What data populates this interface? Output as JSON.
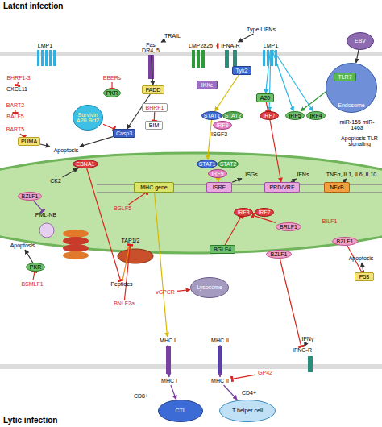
{
  "diagram": {
    "nodes": [
      {
        "text": [
          "LMP1"
        ]
      },
      {
        "text": [
          "TRAIL"
        ]
      },
      {
        "text": [
          "Fas DR4, 5"
        ]
      },
      {
        "text": [
          "LMP2a2b"
        ]
      },
      {
        "text": [
          "IFNA-R"
        ]
      },
      {
        "text": [
          "Type I IFNs"
        ]
      },
      {
        "text": [
          "LMP1"
        ]
      },
      {
        "text": [
          "EBV"
        ]
      },
      {
        "text": [
          "Endosome"
        ]
      },
      {
        "text": [
          "TLR7"
        ],
        "in": 8
      },
      {
        "text": [
          "BHRF1-3"
        ]
      },
      {
        "text": [
          "CXCL11"
        ]
      },
      {
        "text": [
          "BART2"
        ]
      },
      {
        "text": [
          "BALF5"
        ]
      },
      {
        "text": [
          "BART5"
        ]
      },
      {
        "text": [
          "PUMA"
        ]
      },
      {
        "text": [
          "EBERs"
        ]
      },
      {
        "text": [
          "PKR"
        ]
      },
      {
        "text": [
          "FADD"
        ]
      },
      {
        "text": [
          "Survivin A20 Bcl2"
        ]
      },
      {
        "text": [
          "BHRF1"
        ]
      },
      {
        "text": [
          "BIM"
        ]
      },
      {
        "text": [
          "Casp3"
        ]
      },
      {
        "text": [
          "Apoptosis"
        ]
      },
      {
        "text": [
          "IKKε"
        ]
      },
      {
        "text": [
          "Tyk2"
        ]
      },
      {
        "text": [
          "STAT1"
        ]
      },
      {
        "text": [
          "STAT2"
        ]
      },
      {
        "text": [
          "IRF9"
        ]
      },
      {
        "text": [
          "A20"
        ]
      },
      {
        "text": [
          "IRF7"
        ]
      },
      {
        "text": [
          "IRF5"
        ]
      },
      {
        "text": [
          "IRF4"
        ]
      },
      {
        "text": [
          "miR-155 miR-146a"
        ]
      },
      {
        "text": [
          "Apoptosis TLR signaling"
        ]
      },
      {
        "text": [
          "EBNA1"
        ]
      },
      {
        "text": [
          "CK2"
        ]
      },
      {
        "text": [
          "BZLF1"
        ]
      },
      {
        "text": [
          "PML-NB"
        ]
      },
      {
        "text": [
          "BGLF5"
        ]
      },
      {
        "text": [
          "MHC gene"
        ]
      },
      {
        "text": [
          "ISRE"
        ]
      },
      {
        "text": [
          "PRD/VRE"
        ]
      },
      {
        "text": [
          "NFκB"
        ]
      },
      {
        "text": [
          "ISGs"
        ]
      },
      {
        "text": [
          "IFNs"
        ]
      },
      {
        "text": [
          "TNFα, IL1, IL6, IL10"
        ]
      },
      {
        "text": [
          "STAT1"
        ]
      },
      {
        "text": [
          "STAT2"
        ]
      },
      {
        "text": [
          "IRF9"
        ]
      },
      {
        "text": [
          "IRF3"
        ]
      },
      {
        "text": [
          "IRF7"
        ]
      },
      {
        "text": [
          "BRLF1"
        ]
      },
      {
        "text": [
          "BILF1"
        ]
      },
      {
        "text": [
          "BGLF4"
        ]
      },
      {
        "text": [
          "BZLF1"
        ]
      },
      {
        "text": [
          "BZLF1"
        ]
      },
      {
        "text": [
          "Apoptosis"
        ]
      },
      {
        "text": [
          "P53"
        ]
      },
      {
        "text": [
          "TAP1/2"
        ]
      },
      {
        "text": [
          "Peptides"
        ]
      },
      {
        "text": [
          "PKR"
        ]
      },
      {
        "text": [
          "BSMLF1"
        ]
      },
      {
        "text": [
          "Apoptosis"
        ]
      },
      {
        "text": [
          "vGPCR"
        ]
      },
      {
        "text": [
          "BNLF2a"
        ]
      },
      {
        "text": [
          "Lysosome"
        ]
      },
      {
        "text": [
          "MHC I"
        ]
      },
      {
        "text": [
          "MHC II"
        ]
      },
      {
        "text": [
          "MHC I"
        ]
      },
      {
        "text": [
          "MHC II"
        ]
      },
      {
        "text": [
          "IFNγ"
        ]
      },
      {
        "text": [
          "IFNG-R"
        ]
      },
      {
        "text": [
          "GP42"
        ]
      },
      {
        "text": [
          "CTL"
        ]
      },
      {
        "text": [
          "T helper cell"
        ]
      }
    ],
    "edges": [
      {
        "from": 1,
        "to": 2,
        "arrow": "to"
      },
      {
        "from": 16,
        "to": 17,
        "arrow": "to"
      },
      {
        "from": 18,
        "to": 22,
        "arrow": "to"
      },
      {
        "from": 22,
        "to": 23,
        "arrow": "to"
      },
      {
        "from": 20,
        "to": 21,
        "arrow": "to"
      },
      {
        "from": 19,
        "to": 22,
        "arrow": "to"
      },
      {
        "from": 10,
        "to": 11,
        "arrow": "to"
      },
      {
        "from": 14,
        "to": 15,
        "arrow": "to"
      },
      {
        "from": 15,
        "to": 23,
        "arrow": "to"
      },
      {
        "from": 5,
        "to": 4,
        "arrow": "to"
      },
      {
        "from": 3,
        "to": 4,
        "arrow": "to"
      },
      {
        "from": 25,
        "to": 26,
        "arrow": "to"
      },
      {
        "from": 26,
        "to": 47,
        "arrow": "to"
      },
      {
        "from": 49,
        "to": 41,
        "arrow": "to"
      },
      {
        "from": 6,
        "to": 29,
        "arrow": "to"
      },
      {
        "from": 6,
        "to": 30,
        "arrow": "to"
      },
      {
        "from": 6,
        "to": 31,
        "arrow": "to"
      },
      {
        "from": 6,
        "to": 32,
        "arrow": "to"
      },
      {
        "from": 29,
        "to": 30,
        "arrow": "to"
      },
      {
        "from": 30,
        "to": 42,
        "arrow": "to"
      },
      {
        "from": 7,
        "to": 8,
        "arrow": "to"
      },
      {
        "from": 9,
        "to": 31,
        "arrow": "to"
      },
      {
        "from": 42,
        "to": 45,
        "arrow": "to"
      },
      {
        "from": 43,
        "to": 46,
        "arrow": "to"
      },
      {
        "from": 41,
        "to": 44,
        "arrow": "to"
      },
      {
        "from": 35,
        "to": 60,
        "arrow": "to"
      },
      {
        "from": 36,
        "to": 35,
        "arrow": "to"
      },
      {
        "from": 37,
        "to": 38,
        "arrow": "to"
      },
      {
        "from": 39,
        "to": 40,
        "arrow": "to"
      },
      {
        "from": 40,
        "to": 67,
        "arrow": "to"
      },
      {
        "from": 60,
        "to": 59,
        "arrow": "to"
      },
      {
        "from": 65,
        "to": 59,
        "arrow": "to"
      },
      {
        "from": 64,
        "to": 66,
        "arrow": "to"
      },
      {
        "from": 52,
        "to": 50,
        "arrow": "to"
      },
      {
        "from": 54,
        "to": 50,
        "arrow": "to"
      },
      {
        "from": 56,
        "to": 58,
        "arrow": "to"
      },
      {
        "from": 58,
        "to": 57,
        "arrow": "to"
      },
      {
        "from": 55,
        "to": 72,
        "arrow": "to"
      },
      {
        "from": 71,
        "to": 72,
        "arrow": "to"
      },
      {
        "from": 73,
        "to": 70,
        "arrow": "to"
      },
      {
        "from": 69,
        "to": 74,
        "arrow": "to"
      },
      {
        "from": 70,
        "to": 75,
        "arrow": "to"
      },
      {
        "from": 61,
        "to": 63,
        "arrow": "to"
      },
      {
        "from": 62,
        "to": 61,
        "arrow": "to"
      },
      {
        "from": 67,
        "to": 69,
        "arrow": "to"
      },
      {
        "from": 68,
        "to": 70,
        "arrow": "to"
      },
      {
        "from": 2,
        "to": 18,
        "arrow": "to"
      },
      {
        "from": 12,
        "to": 13,
        "arrow": "to"
      }
    ],
    "labels": [
      "Latent infection",
      "Lytic infection",
      "ISGF3",
      "CD8+",
      "CD4+"
    ]
  }
}
